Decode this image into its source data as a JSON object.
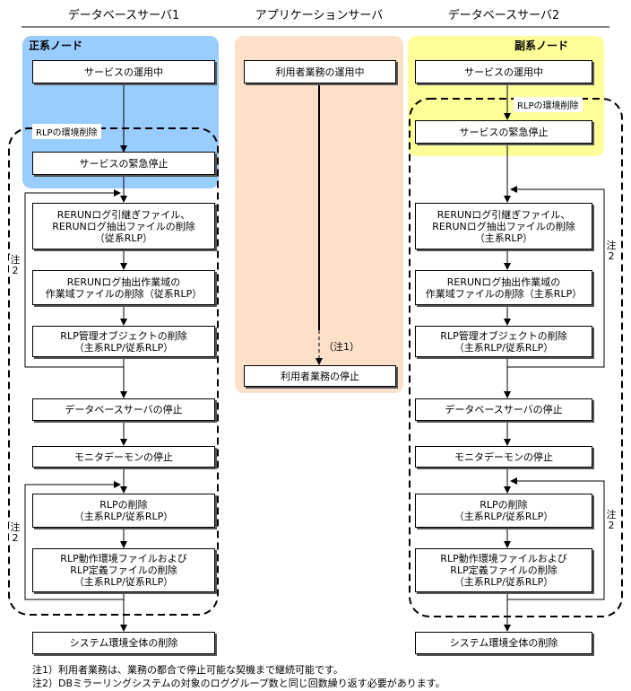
{
  "columns": {
    "db1": "データベースサーバ1",
    "app": "アプリケーションサーバ",
    "db2": "データベースサーバ2"
  },
  "panels": {
    "primary": "正系ノード",
    "secondary": "副系ノード"
  },
  "tags": {
    "rlp_env_delete": "RLPの環境削除",
    "note1": "（注1）",
    "note2": "注\n2"
  },
  "left": {
    "service_running": "サービスの運用中",
    "service_emergency_stop": "サービスの緊急停止",
    "rerun_delete": "RERUNログ引継ぎファイル、\nRERUNログ抽出ファイルの削除\n（従系RLP）",
    "rerun_work_delete": "RERUNログ抽出作業域の\n作業域ファイルの削除（従系RLP）",
    "rlp_obj_delete": "RLP管理オブジェクトの削除\n（主系RLP/従系RLP）",
    "db_server_stop": "データベースサーバの停止",
    "monitor_stop": "モニタデーモンの停止",
    "rlp_delete": "RLPの削除\n（主系RLP/従系RLP）",
    "rlp_file_delete": "RLP動作環境ファイルおよび\nRLP定義ファイルの削除\n（主系RLP/従系RLP）",
    "system_delete": "システム環境全体の削除"
  },
  "middle": {
    "user_running": "利用者業務の運用中",
    "user_stop": "利用者業務の停止"
  },
  "right": {
    "service_running": "サービスの運用中",
    "service_emergency_stop": "サービスの緊急停止",
    "rerun_delete": "RERUNログ引継ぎファイル、\nRERUNログ抽出ファイルの削除\n（主系RLP）",
    "rerun_work_delete": "RERUNログ抽出作業域の\n作業域ファイルの削除（主系RLP）",
    "rlp_obj_delete": "RLP管理オブジェクトの削除\n（主系RLP/従系RLP）",
    "db_server_stop": "データベースサーバの停止",
    "monitor_stop": "モニタデーモンの停止",
    "rlp_delete": "RLPの削除\n（主系RLP/従系RLP）",
    "rlp_file_delete": "RLP動作環境ファイルおよび\nRLP定義ファイルの削除\n（主系RLP/従系RLP）",
    "system_delete": "システム環境全体の削除"
  },
  "footnotes": {
    "note1": "注1）利用者業務は、業務の都合で停止可能な契機まで継続可能です。",
    "note2": "注2）DBミラーリングシステムの対象のロググループ数と同じ回数繰り返す必要があります。"
  },
  "colors": {
    "primary_panel": "#99ccff",
    "secondary_panel": "#ffff99",
    "app_panel": "#fde0c8"
  }
}
